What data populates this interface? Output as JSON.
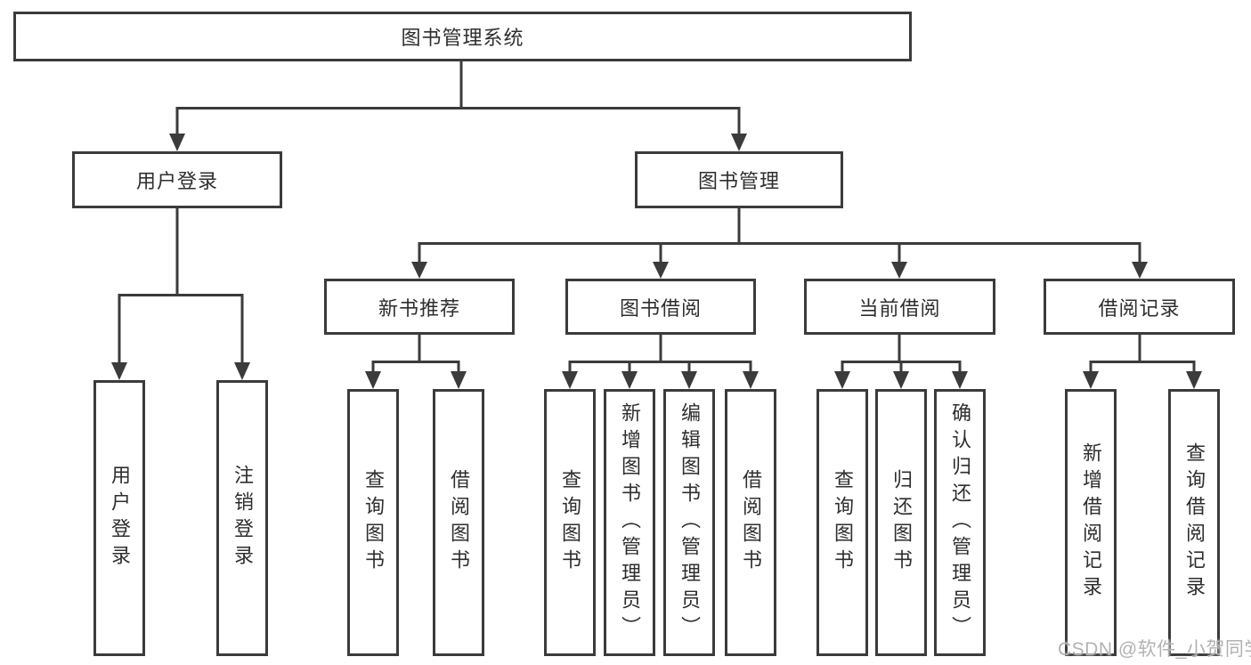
{
  "tree": {
    "root": {
      "label": "图书管理系统"
    },
    "branches": [
      {
        "label": "用户登录",
        "children": [
          {
            "label": "用户登录"
          },
          {
            "label": "注销登录"
          }
        ]
      },
      {
        "label": "图书管理",
        "children": [
          {
            "label": "新书推荐",
            "children": [
              {
                "label": "查询图书"
              },
              {
                "label": "借阅图书"
              }
            ]
          },
          {
            "label": "图书借阅",
            "children": [
              {
                "label": "查询图书"
              },
              {
                "label": "新增图书（管理员）"
              },
              {
                "label": "编辑图书（管理员）"
              },
              {
                "label": "借阅图书"
              }
            ]
          },
          {
            "label": "当前借阅",
            "children": [
              {
                "label": "查询图书"
              },
              {
                "label": "归还图书"
              },
              {
                "label": "确认归还（管理员）"
              }
            ]
          },
          {
            "label": "借阅记录",
            "children": [
              {
                "label": "新增借阅记录"
              },
              {
                "label": "查询借阅记录"
              }
            ]
          }
        ]
      }
    ]
  },
  "watermark": {
    "text": "CSDN @软件_小贺同学"
  },
  "colors": {
    "line": "#3b3b3b",
    "text": "#2e2e2e",
    "watermark": "#b2b2b2",
    "background": "#ffffff"
  }
}
